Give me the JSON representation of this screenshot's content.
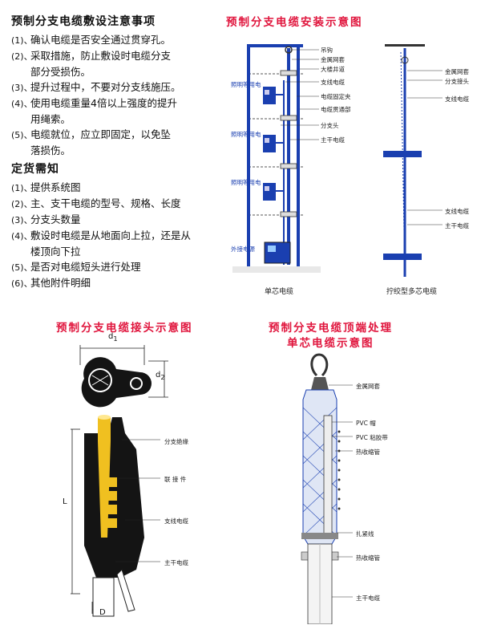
{
  "install_notes": {
    "title": "预制分支电缆敷设注意事项",
    "items": [
      {
        "num": "(1)、",
        "lines": [
          "确认电缆是否安全通过贯穿孔。"
        ]
      },
      {
        "num": "(2)、",
        "lines": [
          "采取措施，防止敷设时电缆分支",
          "部分受损伤。"
        ]
      },
      {
        "num": "(3)、",
        "lines": [
          "提升过程中，不要对分支线施压。"
        ]
      },
      {
        "num": "(4)、",
        "lines": [
          "使用电缆重量4倍以上强度的提升",
          "用绳索。"
        ]
      },
      {
        "num": "(5)、",
        "lines": [
          "电缆就位，应立即固定，以免坠",
          "落损伤。"
        ]
      }
    ]
  },
  "order_notes": {
    "title": "定货需知",
    "items": [
      {
        "num": "(1)、",
        "lines": [
          "提供系统图"
        ]
      },
      {
        "num": "(2)、",
        "lines": [
          "主、支干电缆的型号、规格、长度"
        ]
      },
      {
        "num": "(3)、",
        "lines": [
          "分支头数量"
        ]
      },
      {
        "num": "(4)、",
        "lines": [
          "敷设时电缆是从地面向上拉，还是从",
          "楼顶向下拉"
        ]
      },
      {
        "num": "(5)、",
        "lines": [
          "是否对电缆短头进行处理"
        ]
      },
      {
        "num": "(6)、",
        "lines": [
          "其他附件明细"
        ]
      }
    ]
  },
  "install_diagram": {
    "title": "预制分支电缆安装示意图",
    "labels": {
      "hook": "吊钩",
      "metal_mesh": "金属网套",
      "shaft": "大楼井道",
      "branch_cable": "支线电缆",
      "cable_clamp": "电缆固定夹",
      "through_hole": "电缆贯通部",
      "branch_head": "分支头",
      "main_cable": "主干电缆",
      "lighting": "照明等用电",
      "external_power": "外接电源"
    },
    "lighting_count": 3,
    "caption_single": "单芯电缆",
    "right_labels": {
      "metal_mesh": "金属网套",
      "branch_head": "分支接头",
      "branch_cable": "支线电缆",
      "branch_cable_2": "支线电缆",
      "main_cable": "主干电缆"
    },
    "caption_multi": "拧绞型多芯电缆"
  },
  "joint_diagram": {
    "title": "预制分支电缆接头示意图",
    "d1": "d",
    "d1_sub": "1",
    "d2": "d",
    "d2_sub": "2",
    "L": "L",
    "D": "D",
    "labels": {
      "insulation": "分支绝缘",
      "connector": "联 接 件",
      "branch_cable": "支线电缆",
      "main_cable": "主干电缆"
    }
  },
  "top_diagram": {
    "title_line1": "预制分支电缆顶端处理",
    "title_line2": "单芯电缆示意图",
    "labels": {
      "metal_mesh": "金属网套",
      "pvc_cap": "PVC 帽",
      "pvc_tape": "PVC 粘胶带",
      "heat_shrink": "热收缩管",
      "tie": "扎紧线",
      "heat_shrink_2": "热收缩管",
      "main_cable": "主干电缆"
    }
  },
  "colors": {
    "title_red": "#e0143c",
    "cable_blue": "#1a3fb0",
    "insulation_black": "#141414",
    "connector_yellow": "#f0c020"
  }
}
